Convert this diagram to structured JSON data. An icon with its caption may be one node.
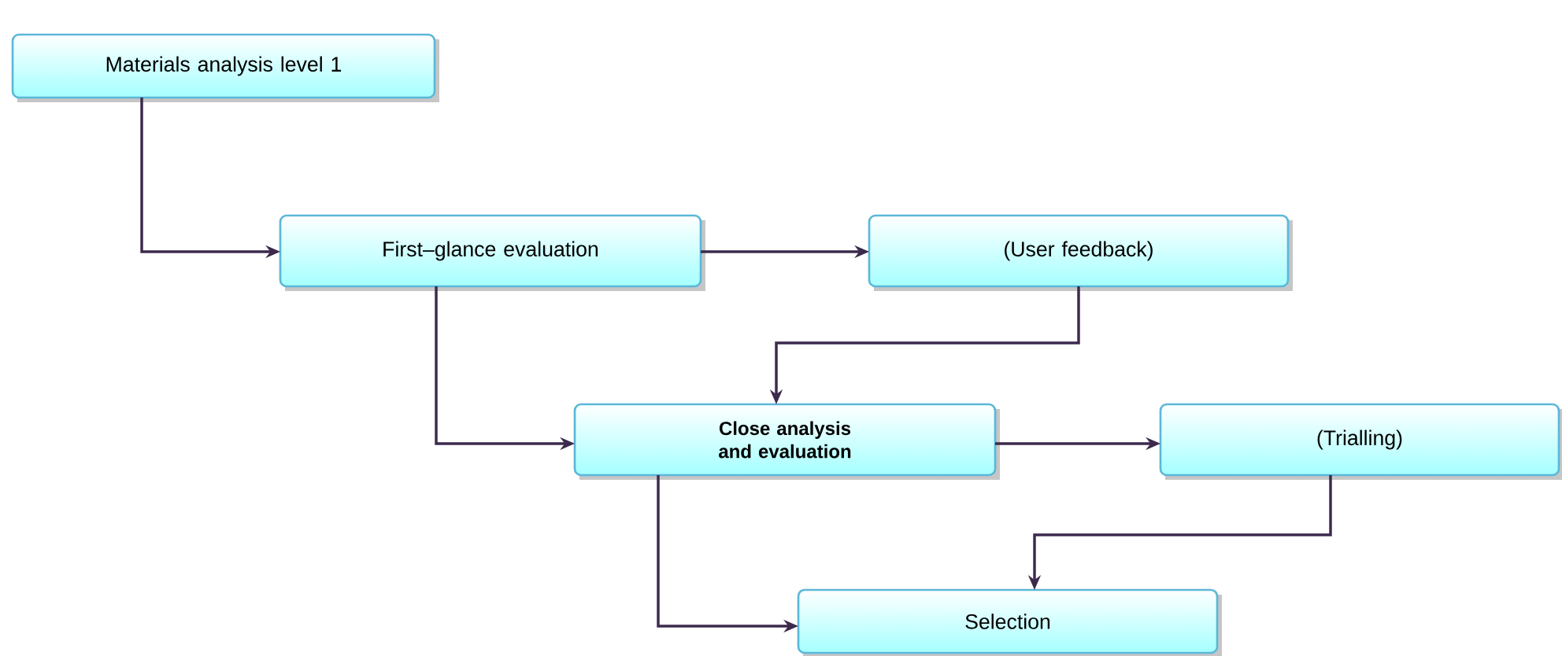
{
  "diagram": {
    "nodes": [
      {
        "text": [
          "Materials analysis level 1"
        ]
      },
      {
        "text": [
          "First–glance evaluation"
        ]
      },
      {
        "text": [
          "(User feedback)"
        ]
      },
      {
        "text": [
          "Close analysis and evaluation"
        ]
      },
      {
        "text": [
          "(Trialling)"
        ]
      },
      {
        "text": [
          "Selection"
        ]
      }
    ],
    "edges": [
      {
        "from": 0,
        "to": 1,
        "arrow": "to"
      },
      {
        "from": 1,
        "to": 2,
        "arrow": "to"
      },
      {
        "from": 2,
        "to": 3,
        "arrow": "to"
      },
      {
        "from": 1,
        "to": 3,
        "arrow": "to"
      },
      {
        "from": 3,
        "to": 4,
        "arrow": "to"
      },
      {
        "from": 4,
        "to": 5,
        "arrow": "to"
      },
      {
        "from": 3,
        "to": 5,
        "arrow": "to"
      }
    ]
  }
}
